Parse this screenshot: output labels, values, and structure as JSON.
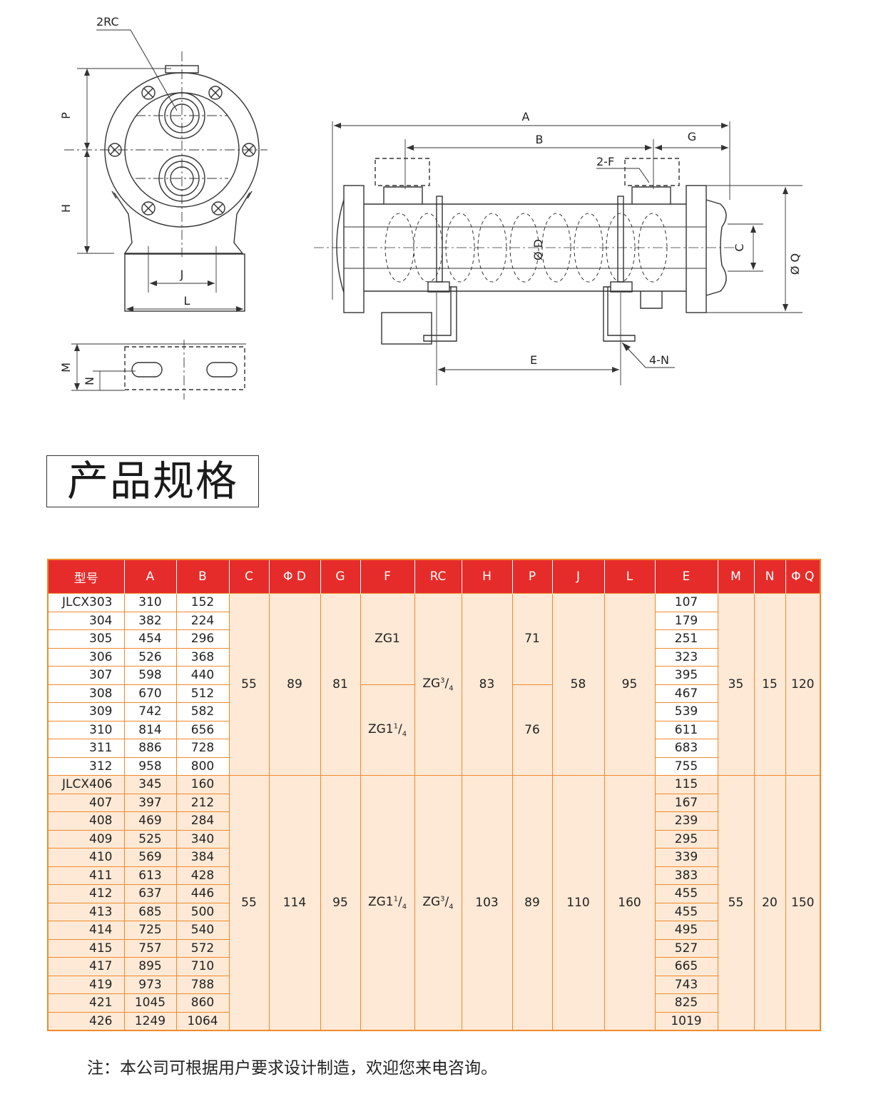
{
  "drawing": {
    "labels": {
      "rc": "2RC",
      "p": "P",
      "h": "H",
      "j": "J",
      "l": "L",
      "m": "M",
      "n": "N",
      "a": "A",
      "b": "B",
      "g": "G",
      "f": "2-F",
      "d": "Ø D",
      "c": "C",
      "q": "Ø Q",
      "e": "E",
      "n4": "4-N"
    }
  },
  "section_title": "产品规格",
  "table": {
    "headers": [
      "型号",
      "A",
      "B",
      "C",
      "Φ D",
      "G",
      "F",
      "RC",
      "H",
      "P",
      "J",
      "L",
      "E",
      "M",
      "N",
      "Φ Q"
    ],
    "group1": {
      "rows": [
        {
          "model": "JLCX303",
          "a": "310",
          "b": "152",
          "e": "107"
        },
        {
          "model": "304",
          "a": "382",
          "b": "224",
          "e": "179"
        },
        {
          "model": "305",
          "a": "454",
          "b": "296",
          "e": "251"
        },
        {
          "model": "306",
          "a": "526",
          "b": "368",
          "e": "323"
        },
        {
          "model": "307",
          "a": "598",
          "b": "440",
          "e": "395"
        },
        {
          "model": "308",
          "a": "670",
          "b": "512",
          "e": "467"
        },
        {
          "model": "309",
          "a": "742",
          "b": "582",
          "e": "539"
        },
        {
          "model": "310",
          "a": "814",
          "b": "656",
          "e": "611"
        },
        {
          "model": "311",
          "a": "886",
          "b": "728",
          "e": "683"
        },
        {
          "model": "312",
          "a": "958",
          "b": "800",
          "e": "755"
        }
      ],
      "c": "55",
      "d": "89",
      "g": "81",
      "f_top": "ZG1",
      "f_bottom_base": "ZG1",
      "f_bottom_num": "1",
      "f_bottom_den": "4",
      "rc_base": "ZG",
      "rc_num": "3",
      "rc_den": "4",
      "h": "83",
      "p_top": "71",
      "p_bottom": "76",
      "j": "58",
      "l": "95",
      "m": "35",
      "n": "15",
      "q": "120"
    },
    "group2": {
      "rows": [
        {
          "model": "JLCX406",
          "a": "345",
          "b": "160",
          "e": "115"
        },
        {
          "model": "407",
          "a": "397",
          "b": "212",
          "e": "167"
        },
        {
          "model": "408",
          "a": "469",
          "b": "284",
          "e": "239"
        },
        {
          "model": "409",
          "a": "525",
          "b": "340",
          "e": "295"
        },
        {
          "model": "410",
          "a": "569",
          "b": "384",
          "e": "339"
        },
        {
          "model": "411",
          "a": "613",
          "b": "428",
          "e": "383"
        },
        {
          "model": "412",
          "a": "637",
          "b": "446",
          "e": "455"
        },
        {
          "model": "413",
          "a": "685",
          "b": "500",
          "e": "455"
        },
        {
          "model": "414",
          "a": "725",
          "b": "540",
          "e": "495"
        },
        {
          "model": "415",
          "a": "757",
          "b": "572",
          "e": "527"
        },
        {
          "model": "417",
          "a": "895",
          "b": "710",
          "e": "665"
        },
        {
          "model": "419",
          "a": "973",
          "b": "788",
          "e": "743"
        },
        {
          "model": "421",
          "a": "1045",
          "b": "860",
          "e": "825"
        },
        {
          "model": "426",
          "a": "1249",
          "b": "1064",
          "e": "1019"
        }
      ],
      "c": "55",
      "d": "114",
      "g": "95",
      "f_base": "ZG1",
      "f_num": "1",
      "f_den": "4",
      "rc_base": "ZG",
      "rc_num": "3",
      "rc_den": "4",
      "h": "103",
      "p": "89",
      "j": "110",
      "l": "160",
      "m": "55",
      "n": "20",
      "q": "150"
    }
  },
  "footnote": "注：本公司可根据用户要求设计制造，欢迎您来电咨询。",
  "colors": {
    "header_bg": "#e62c2a",
    "border": "#f08a2a",
    "band_bg": "#fde9d6"
  }
}
